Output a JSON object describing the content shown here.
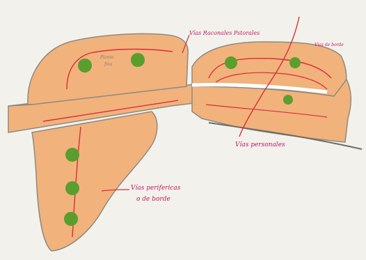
{
  "labels": {
    "main_pathways": "Vías Raconales Pstorales",
    "edge_pathway_small": "Vías de borde",
    "personal_pathways": "Vías personales",
    "peripheral_line1": "Vías perifericas",
    "peripheral_line2": "o de borde",
    "green_dot_note_line1": "Planta",
    "green_dot_note_line2": "fina"
  },
  "colors": {
    "paper": "#f3f1ec",
    "sand": "#f2b27c",
    "sand_dark": "#e59a5e",
    "outline": "#8c8a80",
    "path_red": "#d6303a",
    "plant_green": "#5a9e2e",
    "ink_pink": "#c2185b"
  }
}
